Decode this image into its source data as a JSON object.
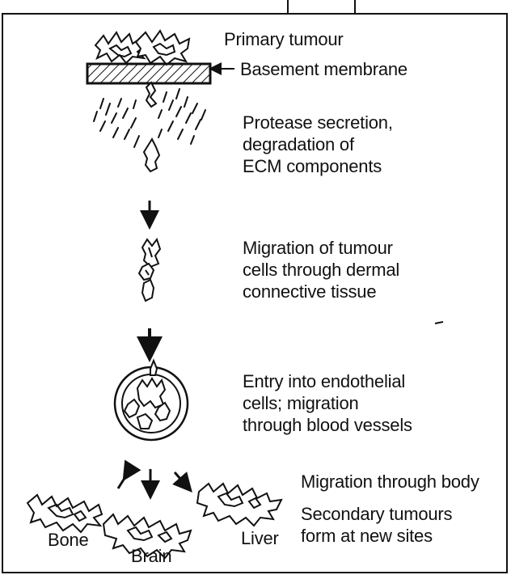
{
  "steps": {
    "primary_tumour": "Primary tumour",
    "basement_membrane": "Basement membrane",
    "protease": "Protease secretion,\ndegradation of\nECM components",
    "migration_tissue": "Migration of tumour\ncells through dermal\nconnective tissue",
    "entry_vessels": "Entry into endothelial\ncells; migration\nthrough blood vessels",
    "migration_body": "Migration through body",
    "secondary": "Secondary tumours\nform at new sites"
  },
  "sites": {
    "bone": "Bone",
    "brain": "Brain",
    "liver": "Liver"
  },
  "colors": {
    "ink": "#111111",
    "background": "#ffffff"
  }
}
